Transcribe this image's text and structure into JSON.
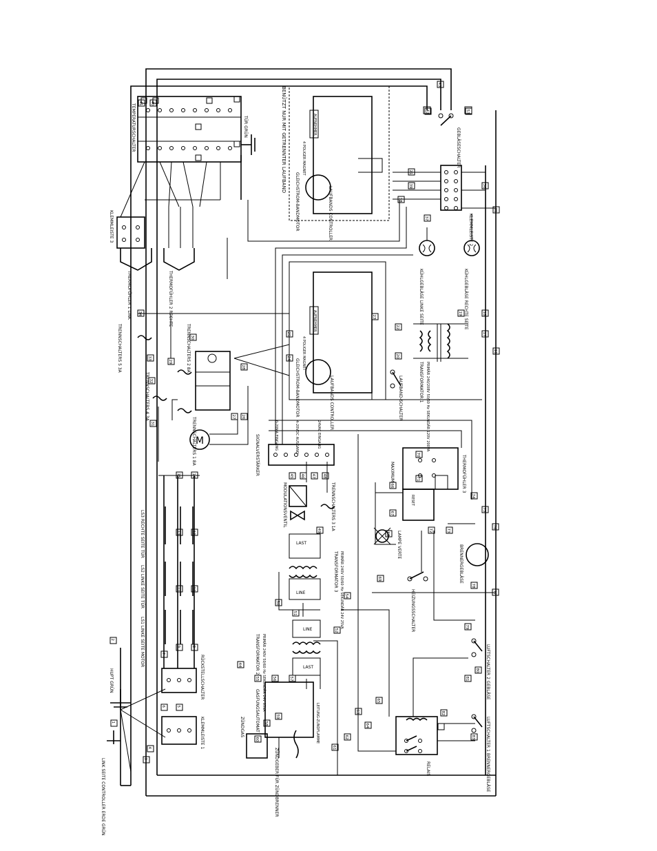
{
  "labels": {
    "temperaturschalter": "TEMPERATURSCHALTER",
    "gasbrenner_note": "BENÜTZT NUR MIT GETRENNTER LAUFBAND",
    "geblaseschalter": "GEBLÄSESCHALTER",
    "klemmleiste3": "KLEMMLEISTE 3",
    "klemmleiste2": "KLEMMLEISTE 2",
    "klemmleiste1": "KLEMMLEISTE 1",
    "thermofuhler1": "THERMOFÜHLER 1 LINK",
    "thermofuhler2": "THERMOFÜHLER 2 RECHTE",
    "thermofuhler3": "THERMOFÜHLER 3",
    "gleichstrom_motor_1": "GLEICHSTROM-BANDMOTOR",
    "gleichstrom_motor_2": "GLEICHSTROM-BANDMOTOR",
    "laufband_controller_1": "LAUFBANDS CONTROLLER",
    "laufband_controller_2": "LAUFBANDS CONTROLLER",
    "aufnehmer_1": "AUFNEHMER",
    "aufnehmer_2": "AUFNEHMER",
    "pol_magnet_1": "4 POLIGER MAGNET",
    "pol_magnet_2": "4 POLIGER MAGNET",
    "kuhlgeblase_links": "KÜHLGEBLÄSE LINKE SEITE",
    "kuhlgeblase_rechts": "KÜHLGEBLÄSE RECHTE SEITE",
    "trennschalter5": "TRENNSCHALTERS 5 3A",
    "trennschalter2": "TRENNSCHALTERS 2 8A",
    "trennschalter4": "TRENNSCHALTERS 4 3A",
    "trennschalter1": "TRENNSCHALTERS 1 8A",
    "trennschalter3": "TRENNSCHALTERS 3 1A",
    "transformator1": "TRANSFORMATOR 1",
    "transformator1_spec": "PRIMÄR 240/208V 50/60 Hz SEKUNDÄR 120V 200VA",
    "transformator2": "TRANSFORMATOR 2",
    "transformator2_spec": "PRIMÄR 240V 50/60 Hz SEKUNDÄR 24V 85VA",
    "transformator3": "TRANSFORMATOR 3",
    "transformator3_spec": "PRIMÄR 240V 50/60 Hz SEKUNDÄR 24V 25VA",
    "laufband_schalter": "LAUFBAND-SCHALTER",
    "signalverstarker": "SIGNALVERSTÄRKER",
    "modulationsventil": "MODULATIONSVENTIL",
    "lampe": "LAMPE VERTE",
    "brennergeblase": "BRENNERGEBLÄSE",
    "heizungsschalter": "HEIZUNGSSCHALTER",
    "luftschalter2": "LUFTSCHALTER 2 GEBLÄSE",
    "luftschalter1": "LUFTSCHALTER 1 BRENNERGEBLÄSE",
    "relais": "RELAIS",
    "gaszundautomat": "GASFUNGSAUTOMAT",
    "zundgas": "ZÜNDGAS",
    "zunder": "ZÜNDGEBER FÜR ZÜNDBRENNER",
    "leitung": "LEITUNG-ZUNDFLAMME",
    "ruckstellschalter": "RÜCKSTELLSCHALTER",
    "ls1": "LS1 LINKE SEITE MOTOR",
    "ls2": "LS2 LINKE SEITE TÜR",
    "ls3": "LS3 RECHTE SEITE TÜR",
    "controller_erde": "LINK SEITE CONTROLLER ERDE GRÜN",
    "hupt": "HUPT GRÜN",
    "tur_grun": "TÜR GRÜN",
    "maximum": "MAXIMUM",
    "reset": "RESET",
    "sig_in": "0-20MA EINGANG",
    "sig_out": "4-20VDC AUSGANG",
    "sig_vac": "24VAC EINGANG",
    "last": "LAST",
    "line": "LINE"
  },
  "wire_numbers": [
    "41",
    "40",
    "43",
    "42",
    "53",
    "21",
    "39",
    "38",
    "37",
    "36",
    "35",
    "34",
    "33",
    "32",
    "31",
    "30",
    "29",
    "28",
    "27",
    "26",
    "25",
    "24",
    "23",
    "22",
    "20",
    "19",
    "18",
    "17",
    "16",
    "15",
    "14",
    "13",
    "12",
    "11",
    "10",
    "9",
    "8",
    "7",
    "6",
    "5",
    "4",
    "3",
    "2",
    "1",
    "44",
    "45",
    "46",
    "47",
    "48",
    "49",
    "50",
    "51",
    "52",
    "54",
    "55",
    "56",
    "57",
    "58",
    "59",
    "60",
    "61",
    "62",
    "63",
    "64",
    "65",
    "66",
    "67",
    "68",
    "69",
    "70",
    "71",
    "72",
    "73",
    "74",
    "75",
    "76",
    "77",
    "78",
    "79",
    "80",
    "81",
    "82",
    "83"
  ],
  "colors": {
    "line": "#000000",
    "background": "#ffffff"
  }
}
